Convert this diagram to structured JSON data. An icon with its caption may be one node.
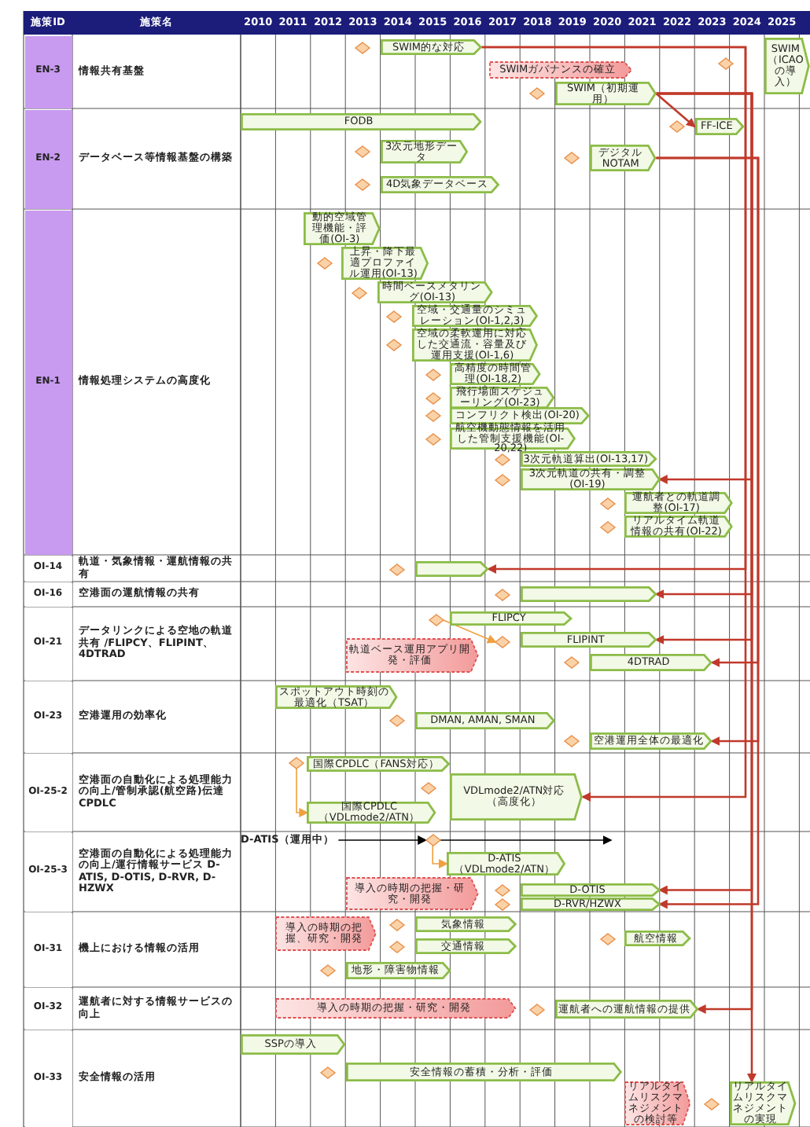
{
  "diagram": {
    "nodes": [
      {
        "text": [
          "SWIM的な対応"
        ]
      },
      {
        "text": [
          "SWIMガバナンスの確立"
        ]
      },
      {
        "text": [
          "SWIM（初期運用）"
        ]
      },
      {
        "text": [
          "SWIM（ICAOの導入）"
        ]
      },
      {
        "text": [
          "FODB"
        ]
      },
      {
        "text": [
          "3次元地形データ"
        ]
      },
      {
        "text": [
          "4D気象データベース"
        ]
      },
      {
        "text": [
          "デジタルNOTAM"
        ]
      },
      {
        "text": [
          "FF-ICE"
        ]
      },
      {
        "text": [
          "動的空域管理機能・評価(OI-3)"
        ]
      },
      {
        "text": [
          "上昇・降下最適プロファイル運用(OI-13)"
        ]
      },
      {
        "text": [
          "時間ベースメタリング(OI-13)"
        ]
      },
      {
        "text": [
          "空域・交通量のシミュレーション(OI-1,2,3)"
        ]
      },
      {
        "text": [
          "空域の柔軟運用に対応した交通流・容量及び運用支援(OI-1,6)"
        ]
      },
      {
        "text": [
          "高精度の時間管理(OI-18,2)"
        ]
      },
      {
        "text": [
          "飛行場面スケジューリング(OI-23)"
        ]
      },
      {
        "text": [
          "コンフリクト検出(OI-20)"
        ]
      },
      {
        "text": [
          "航空機動態情報を活用した管制支援機能(OI-20,22)"
        ]
      },
      {
        "text": [
          "3次元軌道算出(OI-13,17)"
        ]
      },
      {
        "text": [
          "3次元軌道の共有・調整(OI-19)"
        ]
      },
      {
        "text": [
          "運航者との軌道調整(OI-17)"
        ]
      },
      {
        "text": [
          "リアルタイム軌道情報の共有(OI-22)"
        ]
      },
      {
        "text": [],
        "shape": "bar"
      },
      {
        "text": [],
        "shape": "bar"
      },
      {
        "text": [
          "FLIPCY"
        ]
      },
      {
        "text": [
          "FLIPINT"
        ]
      },
      {
        "text": [
          "4DTRAD"
        ]
      },
      {
        "text": [
          "軌道ベース運用アプリ開発・評価"
        ]
      },
      {
        "text": [],
        "shape": "diamond"
      },
      {
        "text": [],
        "shape": "diamond"
      },
      {
        "text": [
          "スポットアウト時刻の最適化（TSAT）"
        ]
      },
      {
        "text": [
          "DMAN, AMAN, SMAN"
        ]
      },
      {
        "text": [
          "空港運用全体の最適化"
        ]
      },
      {
        "text": [],
        "shape": "diamond"
      },
      {
        "text": [
          "国際CPDLC（FANS対応）"
        ]
      },
      {
        "text": [
          "国際CPDLC（VDLmode2/ATN）"
        ]
      },
      {
        "text": [
          "VDLmode2/ATN対応（高度化）"
        ]
      },
      {
        "text": [
          "D-ATIS（運用中）"
        ]
      },
      {
        "text": [],
        "shape": "diamond"
      },
      {
        "text": [
          "D-ATIS（VDLmode2/ATN）"
        ]
      },
      {
        "text": [
          "導入の時期の把握・研究・開発"
        ]
      },
      {
        "text": [
          "D-OTIS"
        ]
      },
      {
        "text": [
          "D-RVR/HZWX"
        ]
      },
      {
        "text": [
          "導入の時期の把握、研究・開発"
        ]
      },
      {
        "text": [
          "気象情報"
        ]
      },
      {
        "text": [
          "交通情報"
        ]
      },
      {
        "text": [
          "地形・障害物情報"
        ]
      },
      {
        "text": [
          "航空情報"
        ]
      },
      {
        "text": [
          "導入の時期の把握・研究・開発"
        ]
      },
      {
        "text": [
          "運航者への運航情報の提供"
        ]
      },
      {
        "text": [
          "SSPの導入"
        ]
      },
      {
        "text": [
          "安全情報の蓄積・分析・評価"
        ]
      },
      {
        "text": [
          "リアルタイムリスクマネジメントの検討等"
        ]
      },
      {
        "text": [
          "リアルタイムリスクマネジメントの実現"
        ]
      }
    ],
    "edges": [
      {
        "from": 0,
        "to": 22,
        "arrow": "to"
      },
      {
        "from": 0,
        "to": 36,
        "arrow": "to"
      },
      {
        "from": 2,
        "to": 8,
        "arrow": "to"
      },
      {
        "from": 2,
        "to": 19,
        "arrow": "to"
      },
      {
        "from": 2,
        "to": 23,
        "arrow": "to"
      },
      {
        "from": 2,
        "to": 25,
        "arrow": "to"
      },
      {
        "from": 2,
        "to": 41,
        "arrow": "to"
      },
      {
        "from": 2,
        "to": 49,
        "arrow": "to"
      },
      {
        "from": 7,
        "to": 26,
        "arrow": "to"
      },
      {
        "from": 7,
        "to": 32,
        "arrow": "to"
      },
      {
        "from": 7,
        "to": 42,
        "arrow": "to"
      },
      {
        "from": 2,
        "to": 53,
        "arrow": "to"
      },
      {
        "from": 28,
        "to": 29,
        "arrow": "to",
        "color": "#f0a040"
      },
      {
        "from": 33,
        "to": 35,
        "arrow": "to",
        "color": "#f0a040"
      },
      {
        "from": 37,
        "to": 38,
        "arrow": "to",
        "color": "#000000"
      },
      {
        "from": 38,
        "to": null,
        "arrow": "to",
        "color": "#000000"
      },
      {
        "from": 38,
        "to": 39,
        "arrow": "to",
        "color": "#f0a040"
      }
    ],
    "labels": [
      "施策ID",
      "施策名",
      "2010",
      "2011",
      "2012",
      "2013",
      "2014",
      "2015",
      "2016",
      "2017",
      "2018",
      "2019",
      "2020",
      "2021",
      "2022",
      "2023",
      "2024",
      "2025",
      "EN-3",
      "情報共有基盤",
      "EN-2",
      "データベース等情報基盤の構築",
      "EN-1",
      "情報処理システムの高度化",
      "OI-14",
      "軌道・気象情報・運航情報の共有",
      "OI-16",
      "空港面の運航情報の共有",
      "OI-21",
      "データリンクによる空地の軌道共有 /FLIPCY、FLIPINT、4DTRAD",
      "OI-23",
      "空港運用の効率化",
      "OI-25-2",
      "空港面の自動化による処理能力の向上/管制承認(航空路)伝達CPDLC",
      "OI-25-3",
      "空港面の自動化による処理能力の向上/運行情報サービス D-ATIS, D-OTIS, D-RVR, D-HZWX",
      "OI-31",
      "機上における情報の活用",
      "OI-32",
      "運航者に対する情報サービスの向上",
      "OI-33",
      "安全情報の活用"
    ]
  }
}
